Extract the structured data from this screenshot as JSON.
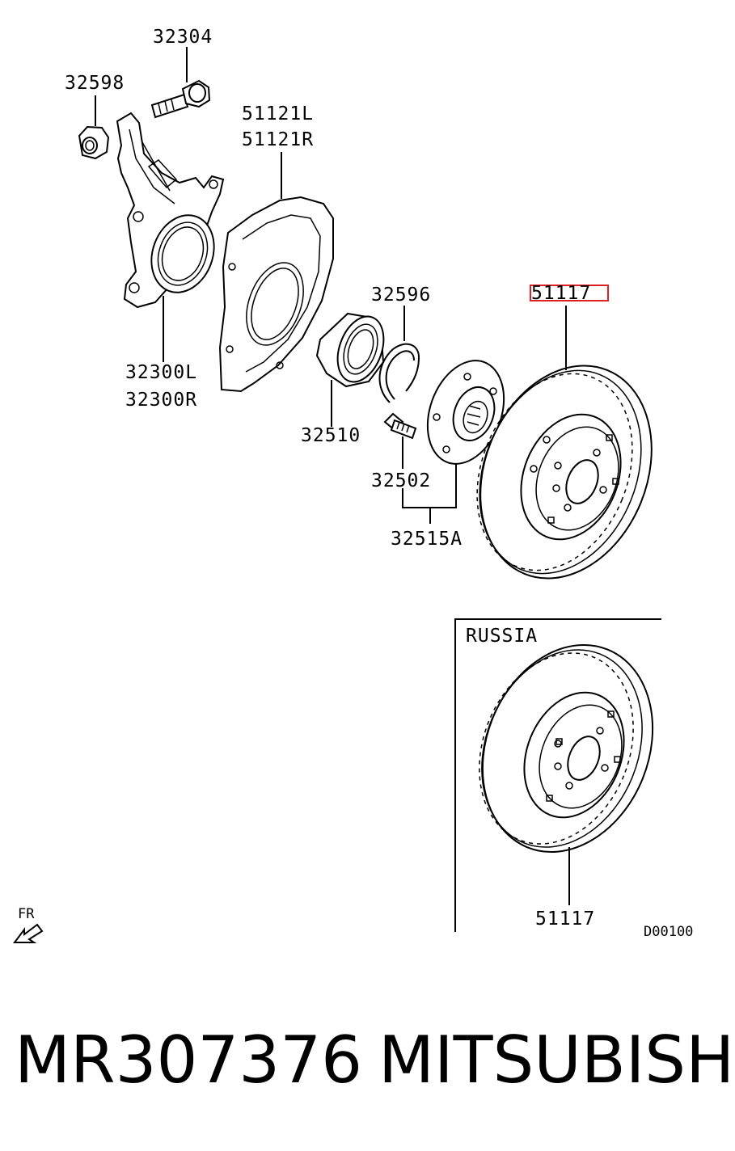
{
  "labels": {
    "bolt": "32304",
    "nut": "32598",
    "cover_l": "51121L",
    "cover_r": "51121R",
    "knuckle_l": "32300L",
    "knuckle_r": "32300R",
    "snap_ring": "32596",
    "bearing": "32510",
    "stud": "32502",
    "hub_assy": "32515A",
    "rotor_top": "51117",
    "rotor_russia": "51117",
    "russia": "RUSSIA",
    "fr": "FR",
    "drawing_code": "D00100"
  },
  "highlight": {
    "target": "rotor_top",
    "color": "#e02020"
  },
  "footer": {
    "part_number": "MR307376",
    "brand": "MITSUBISHI"
  }
}
